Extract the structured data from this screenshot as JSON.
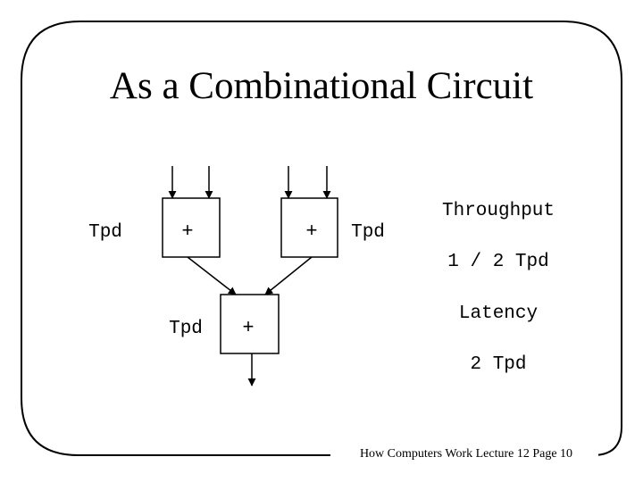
{
  "title": "As a Combinational Circuit",
  "diagram": {
    "left_adder": {
      "symbol": "+",
      "delay_label": "Tpd"
    },
    "right_adder": {
      "symbol": "+",
      "delay_label": "Tpd"
    },
    "bottom_adder": {
      "symbol": "+",
      "delay_label": "Tpd"
    }
  },
  "metrics": {
    "throughput_label": "Throughput",
    "throughput_value": "1 / 2 Tpd",
    "latency_label": "Latency",
    "latency_value": "2 Tpd"
  },
  "footer": "How Computers Work Lecture 12 Page 10"
}
